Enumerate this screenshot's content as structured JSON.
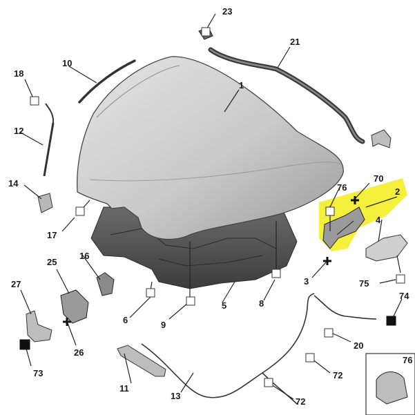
{
  "diagram": {
    "callouts": [
      "23",
      "21",
      "10",
      "1",
      "18",
      "12",
      "14",
      "17",
      "16",
      "25",
      "27",
      "26",
      "73",
      "11",
      "13",
      "6",
      "9",
      "5",
      "8",
      "76",
      "70",
      "2",
      "4",
      "3",
      "75",
      "74",
      "20",
      "72",
      "72"
    ],
    "inset_callout": "76",
    "colors": {
      "highlight": "#f3ef3a",
      "part_fill": "#c8c8c8",
      "part_dark": "#555555",
      "line": "#222222"
    }
  }
}
